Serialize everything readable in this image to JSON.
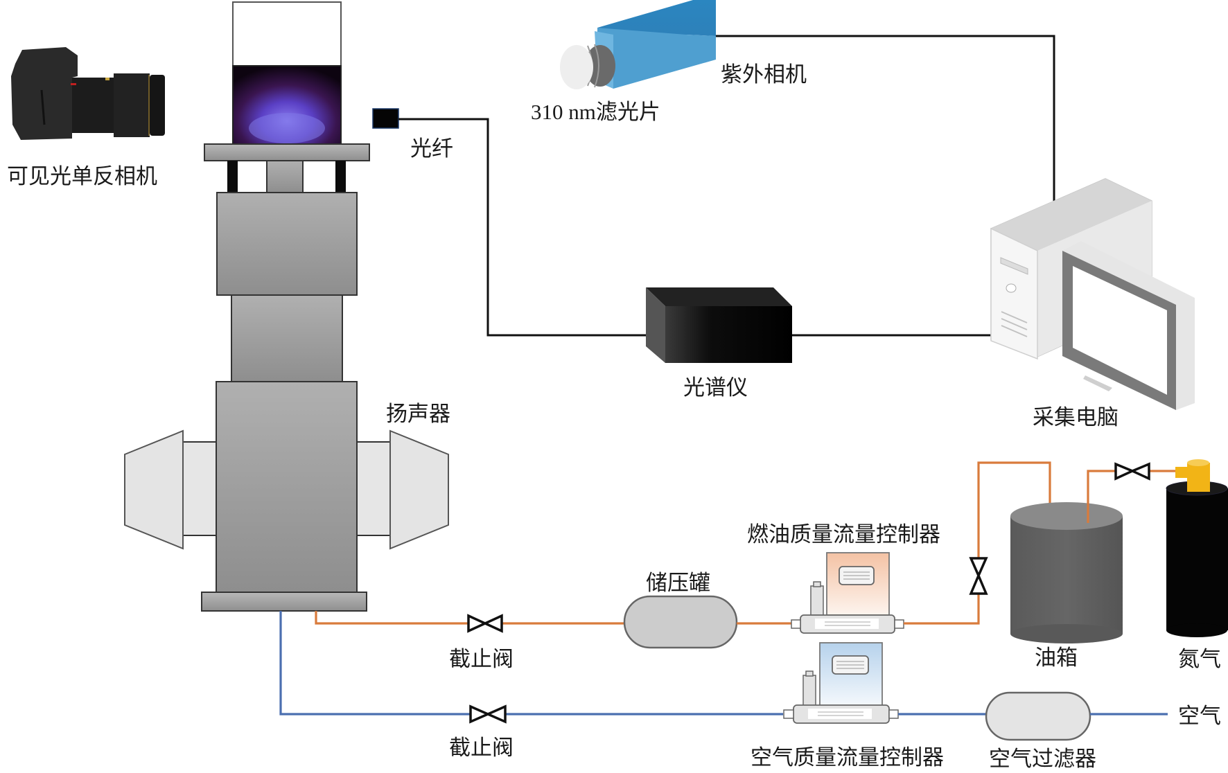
{
  "figure": {
    "type": "experimental-setup-schematic",
    "colors": {
      "fuel_line": "#d97b3c",
      "air_line": "#4b6fb0",
      "signal_line": "#111111",
      "uv_camera": "#2f86c2",
      "nitrogen_regulator": "#f2b416",
      "fuel_controller_tint": "#f6c9ad",
      "air_controller_tint": "#bcd7ef"
    }
  },
  "labels": {
    "dslr_camera": "可见光单反相机",
    "optical_fiber": "光纤",
    "filter": "310 nm滤光片",
    "uv_camera": "紫外相机",
    "spectrometer": "光谱仪",
    "computer": "采集电脑",
    "loudspeaker": "扬声器",
    "shutoff_valve_fuel": "截止阀",
    "shutoff_valve_air": "截止阀",
    "pressure_tank": "储压罐",
    "fuel_mfc": "燃油质量流量控制器",
    "air_mfc": "空气质量流量控制器",
    "oil_tank": "油箱",
    "nitrogen": "氮气",
    "air_filter": "空气过滤器",
    "air_source": "空气"
  }
}
